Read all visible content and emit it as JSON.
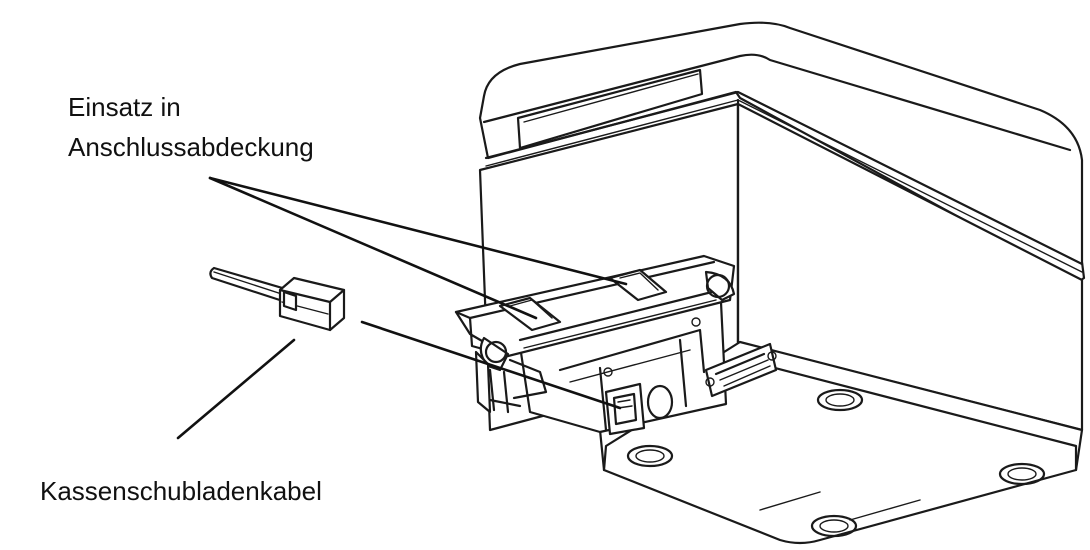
{
  "diagram": {
    "labels": {
      "insert_label_line1": "Einsatz in",
      "insert_label_line2": "Anschlussabdeckung",
      "cable_label": "Kassenschubladenkabel"
    },
    "colors": {
      "line": "#1a1a1a",
      "background": "#ffffff"
    },
    "icons": [
      "printer-illustration",
      "drawer-cable-plug"
    ]
  }
}
